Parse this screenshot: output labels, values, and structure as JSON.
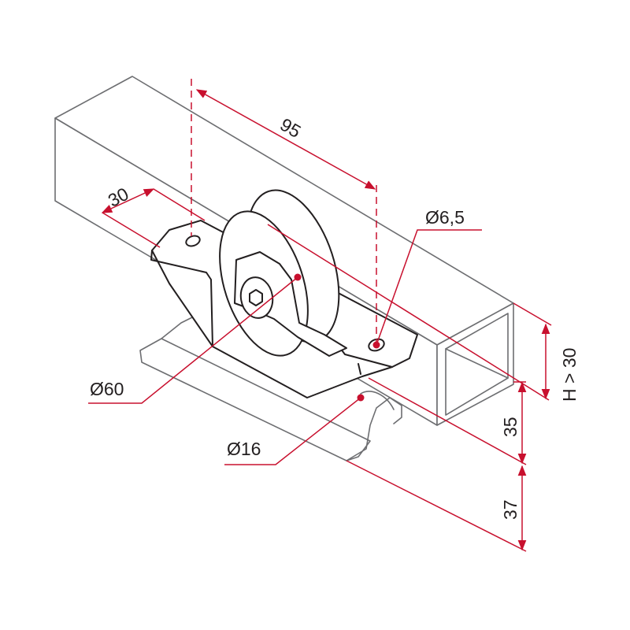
{
  "dimensions": {
    "length_95": "95",
    "width_30": "30",
    "hole_diameter": "Ø6,5",
    "wheel_diameter": "Ø60",
    "rail_diameter": "Ø16",
    "height_h": "H > 30",
    "height_35": "35",
    "height_37": "37"
  },
  "colors": {
    "dimension": "#c8102e",
    "outline": "#231f20",
    "profile": "#6d6e71"
  }
}
